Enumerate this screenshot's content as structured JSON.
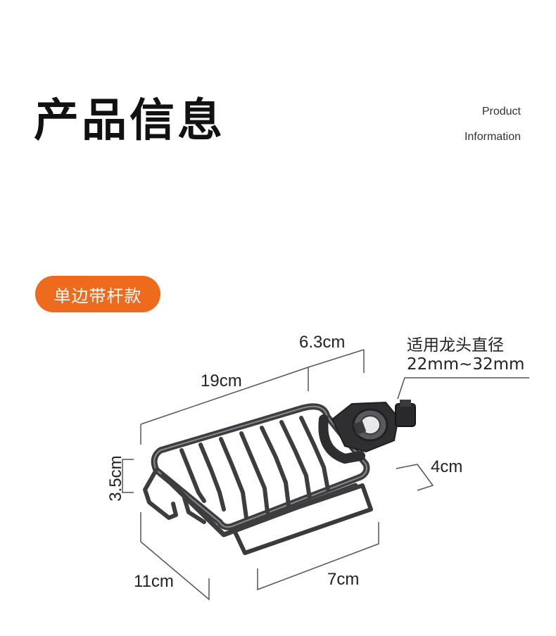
{
  "header": {
    "title": "产品信息",
    "subtitle_line1": "Product",
    "subtitle_line2": "Information"
  },
  "badge": {
    "label": "单边带杆款",
    "color": "#ee6a1c"
  },
  "dimensions": {
    "depth_top": "6.3cm",
    "length": "19cm",
    "faucet_line1": "适用龙头直径",
    "faucet_line2": "22mm~32mm",
    "height": "3.5cm",
    "clamp": "4cm",
    "width": "11cm",
    "base": "7cm"
  },
  "colors": {
    "metal": "#4a4a4c",
    "metal_dark": "#2b2b2d",
    "dim_line": "#555555"
  }
}
